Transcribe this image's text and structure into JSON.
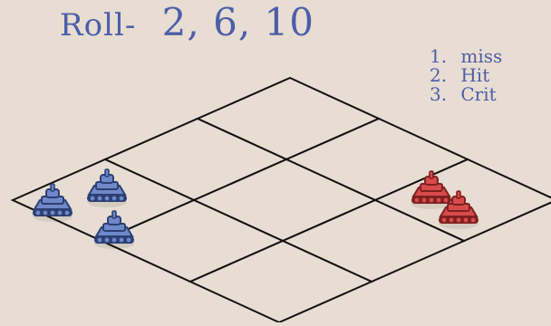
{
  "header": {
    "roll_label": "Roll-",
    "roll_values": "2, 6, 10"
  },
  "legend": {
    "items": [
      {
        "number": "1.",
        "label": "miss"
      },
      {
        "number": "2.",
        "label": "Hit"
      },
      {
        "number": "3.",
        "label": "Crit"
      }
    ]
  },
  "board": {
    "rows": 3,
    "cols": 3,
    "line_color": "#111111",
    "cell_color": "#e7ddd2"
  },
  "units": {
    "blue": [
      {
        "row": 2,
        "col": 0
      },
      {
        "row": 2,
        "col": 0
      },
      {
        "row": 2,
        "col": 0
      }
    ],
    "red": [
      {
        "row": 0,
        "col": 2
      },
      {
        "row": 0,
        "col": 2
      }
    ]
  },
  "colors": {
    "text_blue": "#4c5ea8",
    "unit_blue": "#6f88c9",
    "unit_blue_dark": "#2d3f73",
    "unit_red": "#d94b4b",
    "unit_red_dark": "#7f2020"
  },
  "icons": {
    "blue_unit": "blue-tank-icon",
    "red_unit": "red-tank-icon"
  }
}
